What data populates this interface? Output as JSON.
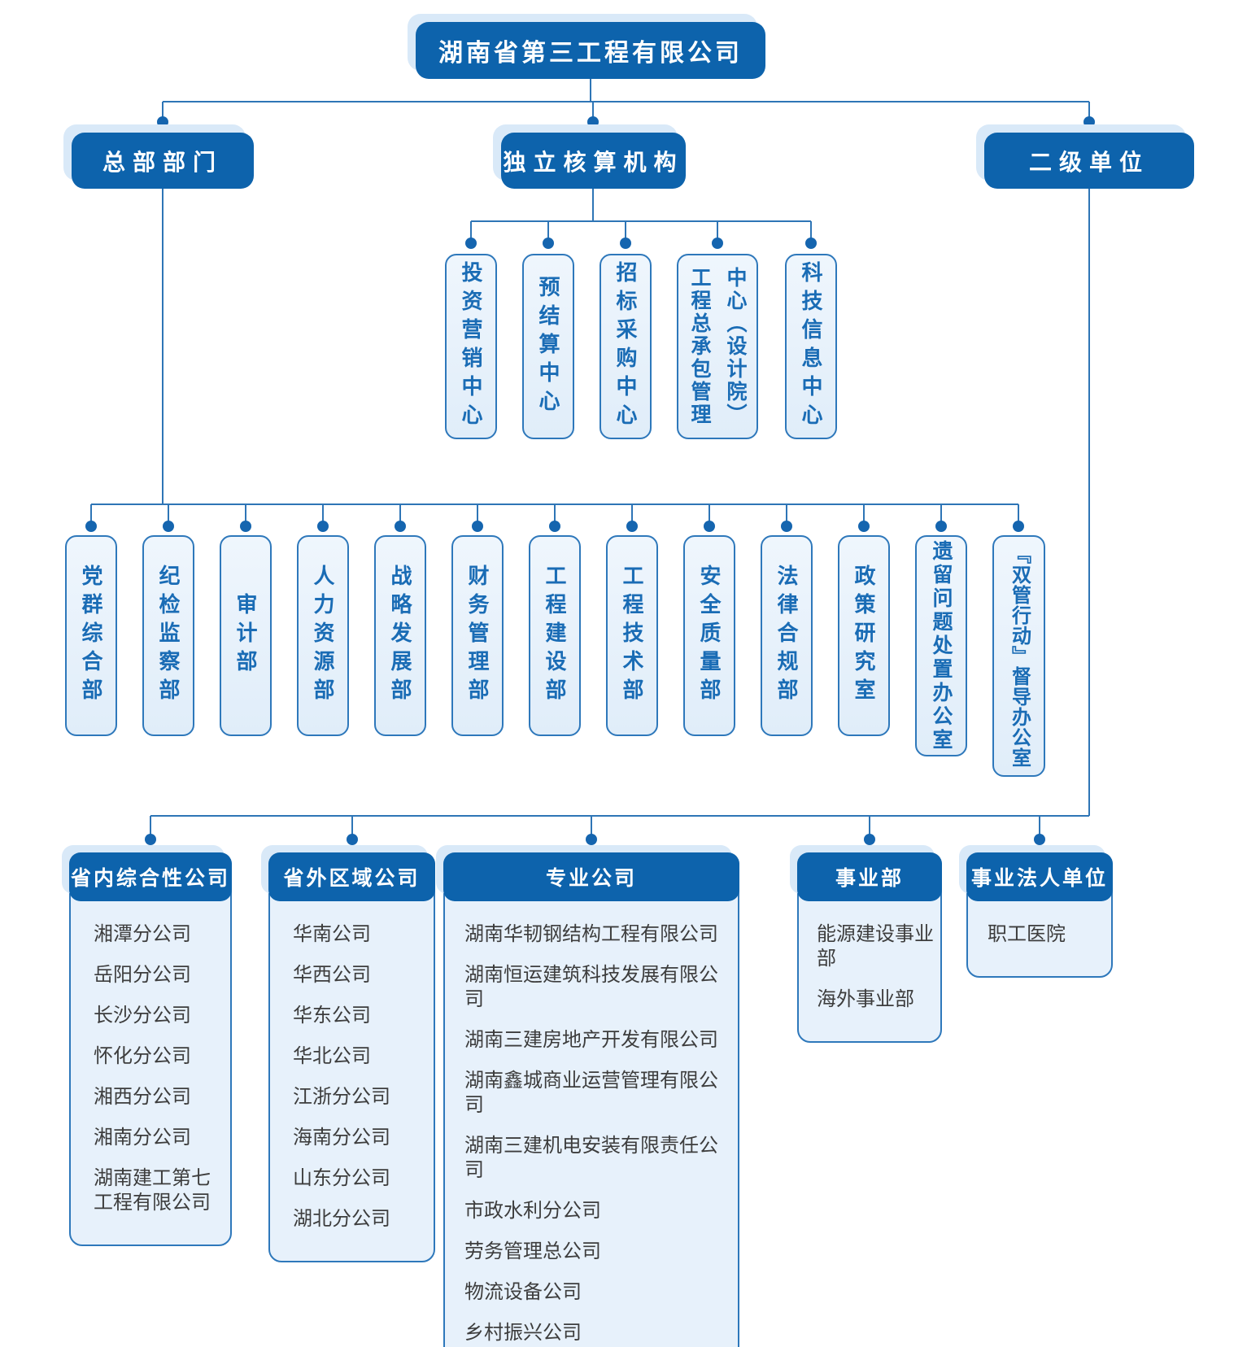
{
  "root": {
    "title": "湖南省第三工程有限公司"
  },
  "branches": [
    {
      "label": "总部部门"
    },
    {
      "label": "独立核算机构"
    },
    {
      "label": "二级单位"
    }
  ],
  "independent_centers": [
    "投资营销中心",
    "预结算中心",
    "招标采购中心",
    "工程总承包管理\n中心（设计院）",
    "科技信息中心"
  ],
  "hq_departments": [
    "党群综合部",
    "纪检监察部",
    "审计部",
    "人力资源部",
    "战略发展部",
    "财务管理部",
    "工程建设部",
    "工程技术部",
    "安全质量部",
    "法律合规部",
    "政策研究室",
    "遗留问题处置办公室",
    "『双管行动』督导办公室"
  ],
  "secondary_groups": [
    {
      "title": "省内综合性公司",
      "items": [
        "湘潭分公司",
        "岳阳分公司",
        "长沙分公司",
        "怀化分公司",
        "湘西分公司",
        "湘南分公司",
        "湖南建工第七工程有限公司"
      ]
    },
    {
      "title": "省外区域公司",
      "items": [
        "华南公司",
        "华西公司",
        "华东公司",
        "华北公司",
        "江浙分公司",
        "海南分公司",
        "山东分公司",
        "湖北分公司"
      ]
    },
    {
      "title": "专业公司",
      "items": [
        "湖南华韧钢结构工程有限公司",
        "湖南恒运建筑科技发展有限公司",
        "湖南三建房地产开发有限公司",
        "湖南鑫城商业运营管理有限公司",
        "湖南三建机电安装有限责任公司",
        "市政水利分公司",
        "劳务管理总公司",
        "物流设备公司",
        "乡村振兴公司"
      ]
    },
    {
      "title": "事业部",
      "items": [
        "能源建设事业部",
        "海外事业部"
      ]
    },
    {
      "title": "事业法人单位",
      "items": [
        "职工医院"
      ]
    }
  ],
  "colors": {
    "primary_blue": "#0d63ac",
    "light_fill": "#e7f1fb",
    "box_border": "#2e78bb",
    "connector_line": "#2e75b6",
    "vertical_text": "#1a6cb5",
    "item_text": "#3d3d3d",
    "header_shadow": "#d9e9f8"
  }
}
